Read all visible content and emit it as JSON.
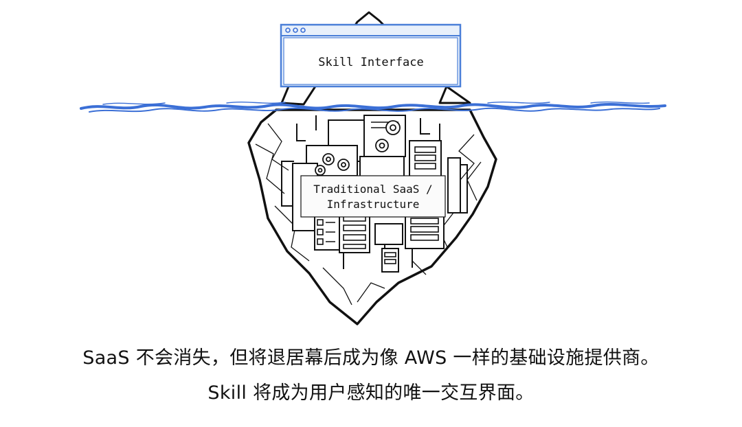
{
  "diagram": {
    "top_label": "Skill Interface",
    "bottom_label_line1": "Traditional SaaS /",
    "bottom_label_line2": "Infrastructure"
  },
  "caption": {
    "line1": "SaaS 不会消失，但将退居幕后成为像 AWS 一样的基础设施提供商。",
    "line2": "Skill 将成为用户感知的唯一交互界面。"
  },
  "colors": {
    "water": "#3b6fd6",
    "window_fill": "#e8f0fb",
    "window_border": "#4a7fd8",
    "outline": "#111111"
  }
}
